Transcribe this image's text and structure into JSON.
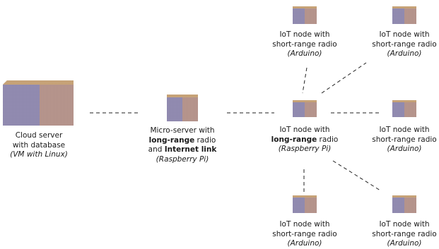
{
  "colors": {
    "cube_front": "#8d87ad",
    "cube_side": "#b29189",
    "cube_top": "#c6a277",
    "link": "#222222",
    "text": "#1a1a1a"
  },
  "nodes": {
    "cloud": {
      "label_line1": "Cloud server",
      "label_line2": "with database",
      "label_line3": "(VM with Linux)"
    },
    "micro": {
      "label_line1": "Micro-server with",
      "label_line2_bold": "long-range",
      "label_line2_rest": " radio",
      "label_line3_pre": "and ",
      "label_line3_bold": "Internet link",
      "label_line4": "(Raspberry Pi)"
    },
    "pi_node": {
      "label_line1": "IoT node with",
      "label_line2_bold": "long-range",
      "label_line2_rest": " radio",
      "label_line3": "(Raspberry Pi)"
    },
    "arduino_top_left": {
      "label_line1": "IoT node with",
      "label_line2": "short-range radio",
      "label_line3": "(Arduino)"
    },
    "arduino_top_right": {
      "label_line1": "IoT node with",
      "label_line2": "short-range radio",
      "label_line3": "(Arduino)"
    },
    "arduino_right": {
      "label_line1": "IoT node with",
      "label_line2": "short-range radio",
      "label_line3": "(Arduino)"
    },
    "arduino_bottom_left": {
      "label_line1": "IoT node with",
      "label_line2": "short-range radio",
      "label_line3": "(Arduino)"
    },
    "arduino_bottom_right": {
      "label_line1": "IoT node with",
      "label_line2": "short-range radio",
      "label_line3": "(Arduino)"
    }
  }
}
